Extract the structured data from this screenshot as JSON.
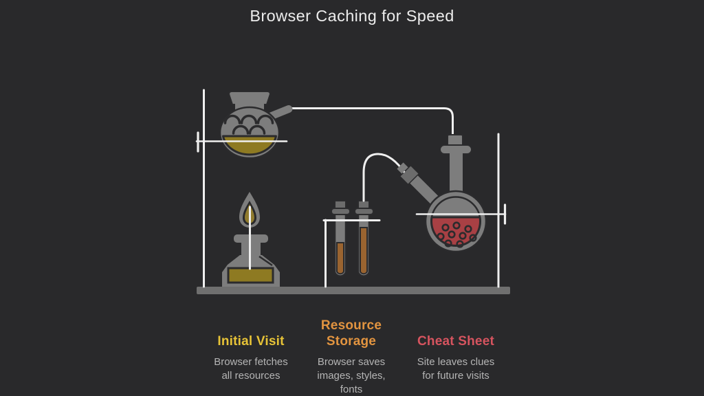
{
  "title": "Browser Caching for Speed",
  "steps": [
    {
      "id": "initial-visit",
      "heading": "Initial Visit",
      "description": "Browser fetches\nall resources"
    },
    {
      "id": "resource-storage",
      "heading": "Resource\nStorage",
      "description": "Browser saves\nimages, styles,\nfonts"
    },
    {
      "id": "cheat-sheet",
      "heading": "Cheat Sheet",
      "description": "Site leaves clues\nfor future visits"
    }
  ],
  "illustration": {
    "icons": [
      "lab-bench-icon",
      "ring-stand-left-icon",
      "ring-stand-right-icon",
      "boiling-flask-icon",
      "alcohol-burner-icon",
      "flame-icon",
      "wick-icon",
      "test-tube-rack-icon",
      "test-tube-icon",
      "round-bottom-flask-icon",
      "condenser-tube-icon",
      "clamp-icon"
    ]
  },
  "colors": {
    "background": "#29292b",
    "title_text": "#ececec",
    "apparatus_gray": "#7d7d7d",
    "apparatus_dark_gray": "#6c6c6c",
    "outline_dark": "#2b2b2d",
    "stand_white": "#efefef",
    "bench_gray": "#6f6f6f",
    "liquid_gold": "#8e7a22",
    "liquid_brown": "#9a6430",
    "liquid_red": "#a84044",
    "flame_gold": "#907b2e",
    "label_yellow": "#e7c337",
    "label_orange": "#e29440",
    "label_red": "#d6545f",
    "body_text": "#b5b5b5"
  }
}
